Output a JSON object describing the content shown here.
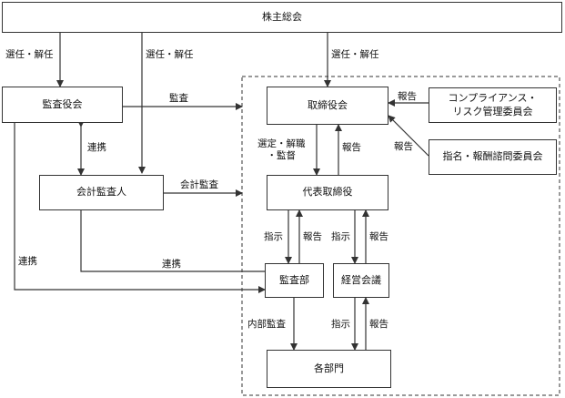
{
  "nodes": {
    "shareholders_meeting": "株主総会",
    "audit_board": "監査役会",
    "accounting_auditor": "会計監査人",
    "board_of_directors": "取締役会",
    "compliance_committee_line1": "コンプライアンス・",
    "compliance_committee_line2": "リスク管理委員会",
    "nomination_committee": "指名・報酬諮問委員会",
    "representative_director": "代表取締役",
    "audit_department": "監査部",
    "management_meeting": "経営会議",
    "departments": "各部門"
  },
  "labels": {
    "elect_dismiss_audit": "選任・解任",
    "elect_dismiss_auditor": "選任・解任",
    "elect_dismiss_board": "選任・解任",
    "audit": "監査",
    "accounting_audit": "会計監査",
    "cooperation_audit_auditor": "連携",
    "cooperation_left": "連携",
    "cooperation_auditor_dept": "連携",
    "report_compliance": "報告",
    "report_nomination": "報告",
    "appoint_line1": "選定・解職",
    "appoint_line2": "・監督",
    "report_rep_to_board": "報告",
    "instruct_rep_audit": "指示",
    "report_audit_rep": "報告",
    "instruct_rep_mgmt": "指示",
    "report_mgmt_rep": "報告",
    "internal_audit": "内部監査",
    "instruct_mgmt_depts": "指示",
    "report_depts_mgmt": "報告"
  }
}
